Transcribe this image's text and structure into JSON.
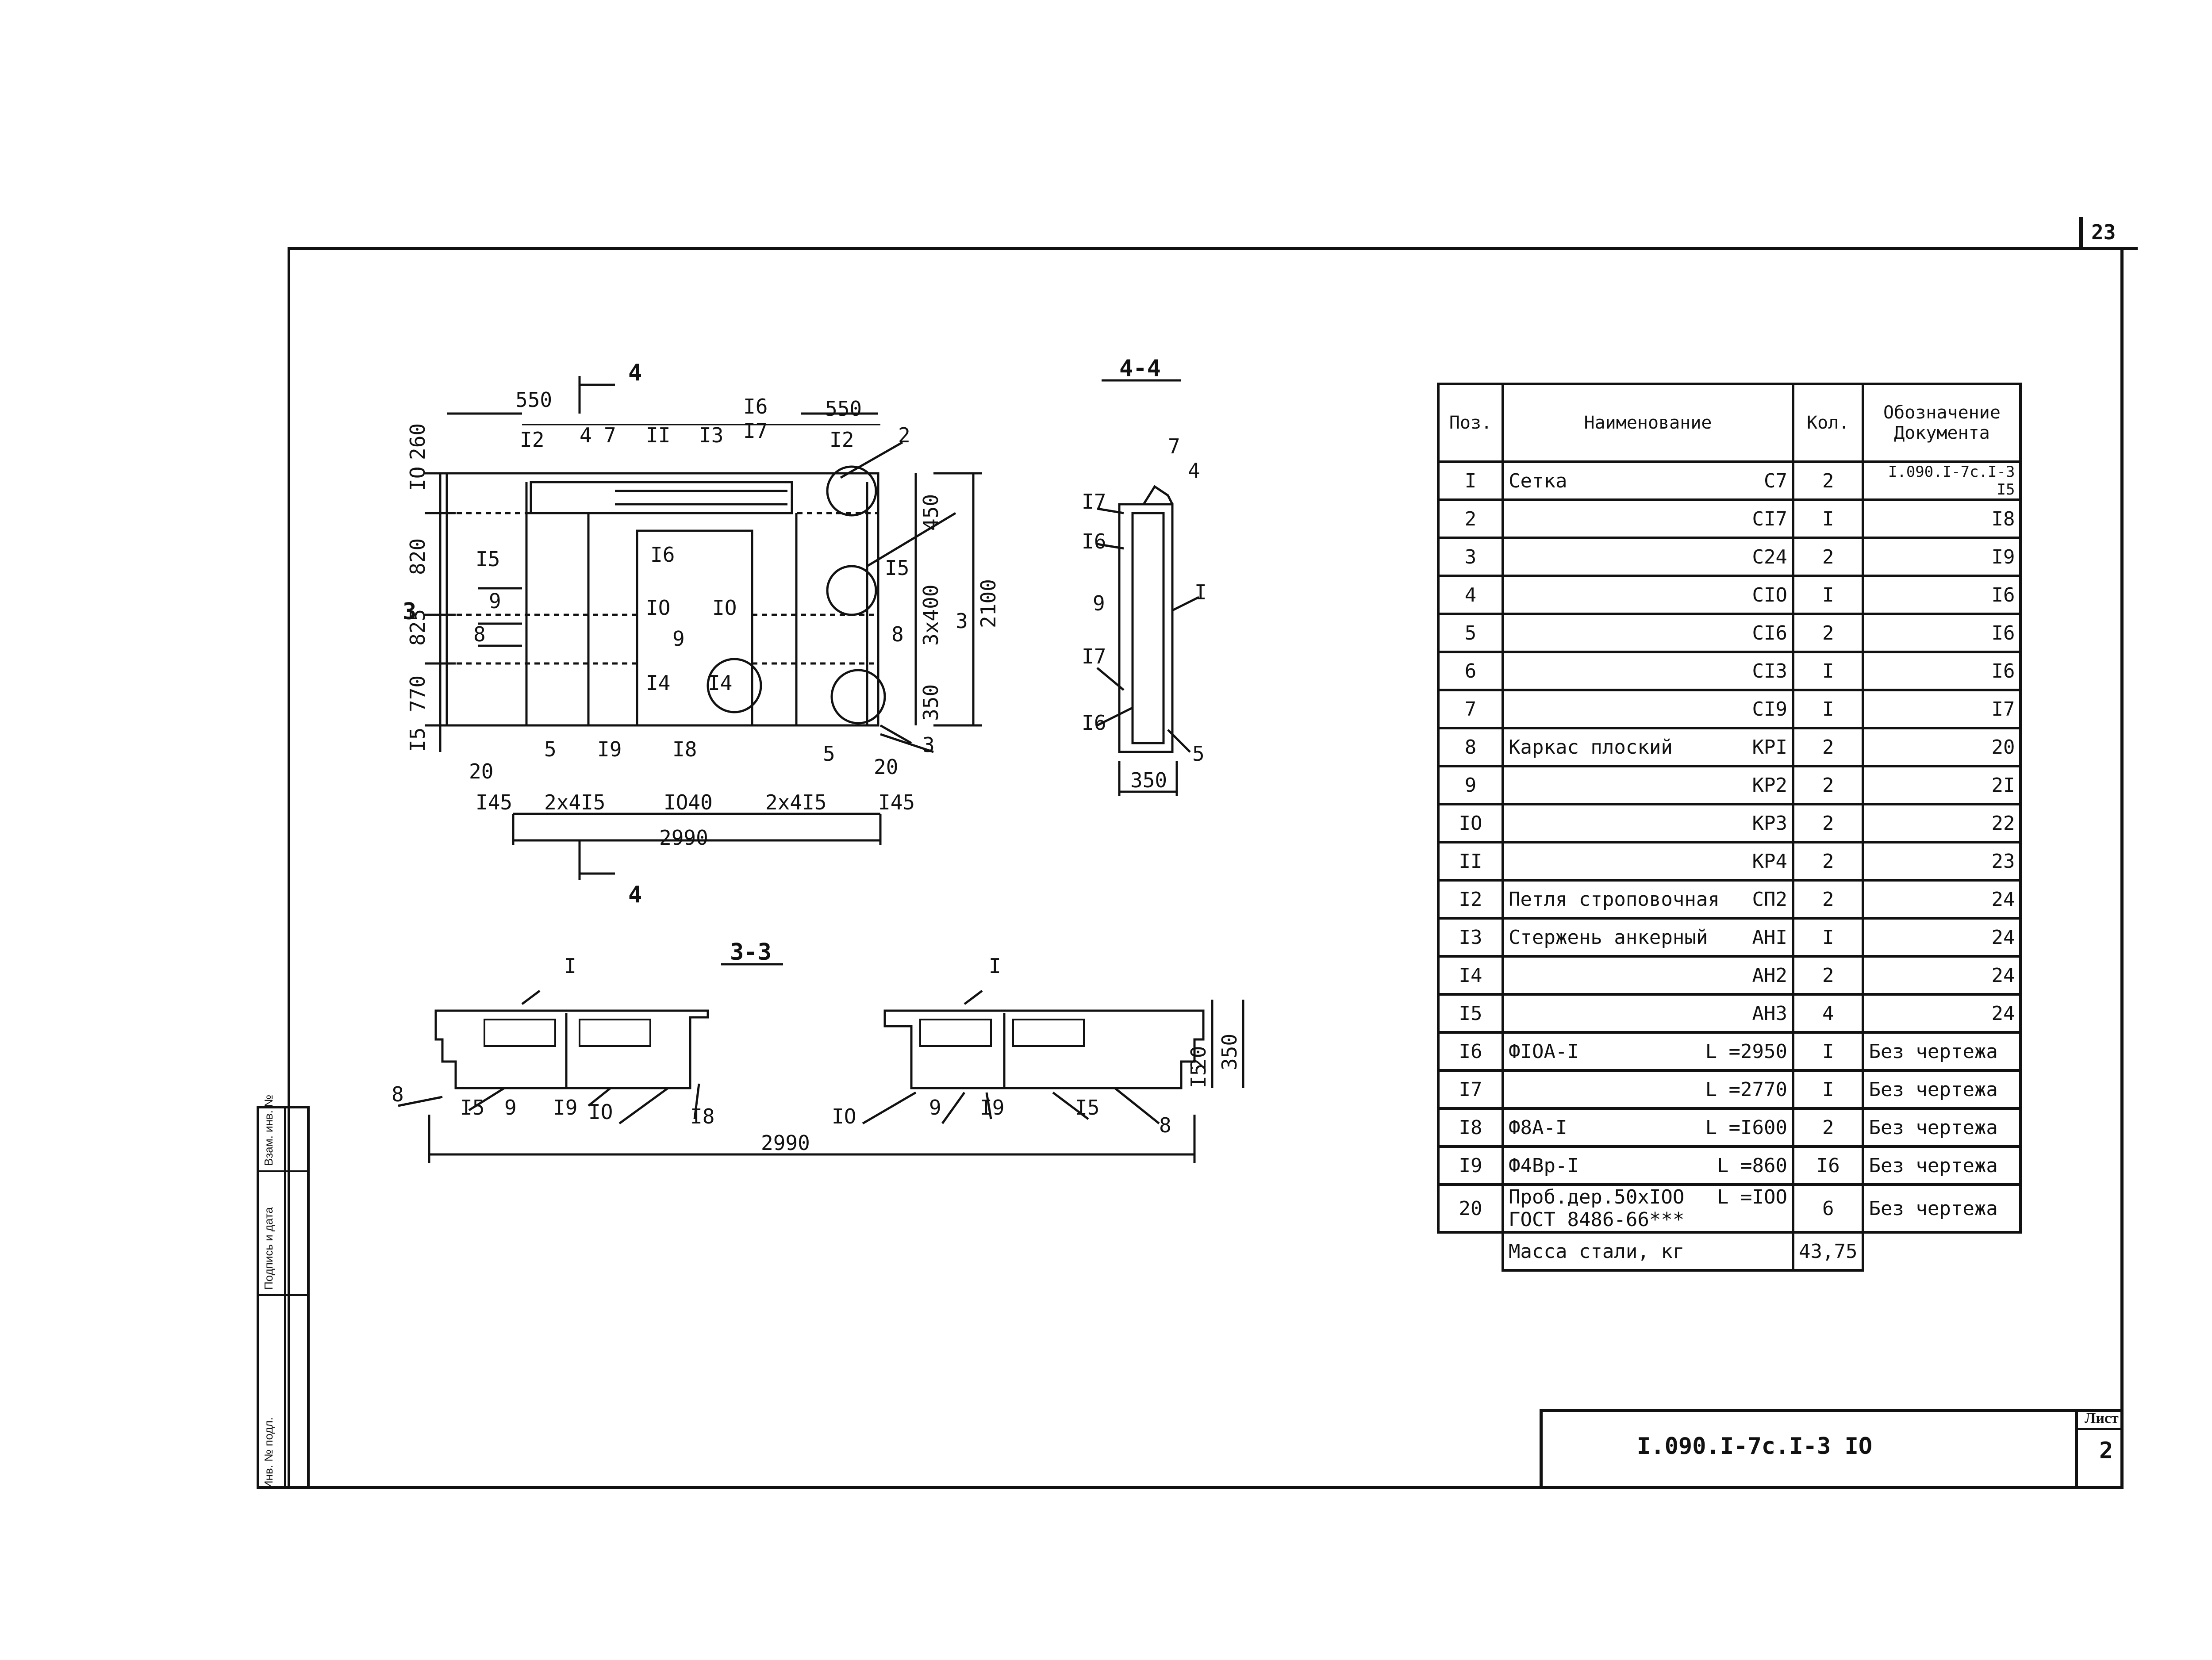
{
  "sheet": {
    "page_number": "23",
    "doc_code": "I.090.I-7c.I-3 IO",
    "sheet_label": "Лист",
    "sheet_number": "2"
  },
  "stamp": {
    "labels": [
      "Инв. № подл.",
      "Подпись и дата",
      "Взам. инв. №"
    ]
  },
  "views": {
    "plan": {
      "section_mark": "4",
      "dims_top": [
        "550",
        "550"
      ],
      "labels_top": [
        "I2",
        "4",
        "7",
        "II",
        "I3",
        "I6",
        "I7",
        "I2",
        "2"
      ],
      "dims_left": [
        "260",
        "IO",
        "820",
        "825",
        "770",
        "I5"
      ],
      "labels_left": [
        "I5",
        "9",
        "3",
        "8"
      ],
      "labels_mid": [
        "I6",
        "IO",
        "IO",
        "I4",
        "I4",
        "9",
        "I5",
        "8"
      ],
      "dims_right": [
        "450",
        "2100",
        "3x400",
        "3",
        "350"
      ],
      "labels_bottom": [
        "5",
        "I9",
        "I8",
        "5",
        "20",
        "3",
        "20"
      ],
      "dims_bottom": [
        "I45",
        "2x4I5",
        "IO40",
        "2x4I5",
        "I45"
      ],
      "overall": "2990"
    },
    "section_44": {
      "title": "4-4",
      "labels": [
        "7",
        "4",
        "I7",
        "I6",
        "9",
        "I",
        "I7",
        "I6",
        "5"
      ],
      "width": "350"
    },
    "section_33": {
      "title": "3-3",
      "labels": [
        "I",
        "I",
        "8",
        "I5",
        "9",
        "I9",
        "IO",
        "I8",
        "IO",
        "9",
        "I9",
        "I5",
        "8"
      ],
      "dims_right": [
        "20",
        "I5",
        "350"
      ],
      "overall": "2990"
    }
  },
  "spec_table": {
    "headers": {
      "pos": "Поз.",
      "name": "Наименование",
      "qty": "Кол.",
      "doc": "Обозначение Документа"
    },
    "rows": [
      {
        "pos": "I",
        "name": "Сетка",
        "mark": "С7",
        "qty": "2",
        "doc": "I.090.I-7c.I-3 I5"
      },
      {
        "pos": "2",
        "name": "",
        "mark": "СI7",
        "qty": "I",
        "doc": "I8"
      },
      {
        "pos": "3",
        "name": "",
        "mark": "С24",
        "qty": "2",
        "doc": "I9"
      },
      {
        "pos": "4",
        "name": "",
        "mark": "СIO",
        "qty": "I",
        "doc": "I6"
      },
      {
        "pos": "5",
        "name": "",
        "mark": "СI6",
        "qty": "2",
        "doc": "I6"
      },
      {
        "pos": "6",
        "name": "",
        "mark": "СI3",
        "qty": "I",
        "doc": "I6"
      },
      {
        "pos": "7",
        "name": "",
        "mark": "СI9",
        "qty": "I",
        "doc": "I7"
      },
      {
        "pos": "8",
        "name": "Каркас плоский",
        "mark": "КРI",
        "qty": "2",
        "doc": "20"
      },
      {
        "pos": "9",
        "name": "",
        "mark": "КР2",
        "qty": "2",
        "doc": "2I"
      },
      {
        "pos": "IO",
        "name": "",
        "mark": "КР3",
        "qty": "2",
        "doc": "22"
      },
      {
        "pos": "II",
        "name": "",
        "mark": "КР4",
        "qty": "2",
        "doc": "23"
      },
      {
        "pos": "I2",
        "name": "Петля строповочная",
        "mark": "СП2",
        "qty": "2",
        "doc": "24"
      },
      {
        "pos": "I3",
        "name": "Стержень анкерный",
        "mark": "АНI",
        "qty": "I",
        "doc": "24"
      },
      {
        "pos": "I4",
        "name": "",
        "mark": "АН2",
        "qty": "2",
        "doc": "24"
      },
      {
        "pos": "I5",
        "name": "",
        "mark": "АН3",
        "qty": "4",
        "doc": "24"
      },
      {
        "pos": "I6",
        "name": "ФIOA-I",
        "mark": "L =2950",
        "qty": "I",
        "doc": "Без чертежа"
      },
      {
        "pos": "I7",
        "name": "",
        "mark": "L =2770",
        "qty": "I",
        "doc": "Без чертежа"
      },
      {
        "pos": "I8",
        "name": "Ф8А-I",
        "mark": "L =I600",
        "qty": "2",
        "doc": "Без чертежа"
      },
      {
        "pos": "I9",
        "name": "Ф4Вр-I",
        "mark": "L =860",
        "qty": "I6",
        "doc": "Без чертежа"
      },
      {
        "pos": "20",
        "name": "Проб.дер.50xIOO",
        "mark": "L =IOO",
        "qty": "6",
        "doc": "Без чертежа",
        "name2": "ГОСТ 8486-66***"
      }
    ],
    "mass_label": "Масса стали, кг",
    "mass_value": "43,75"
  }
}
